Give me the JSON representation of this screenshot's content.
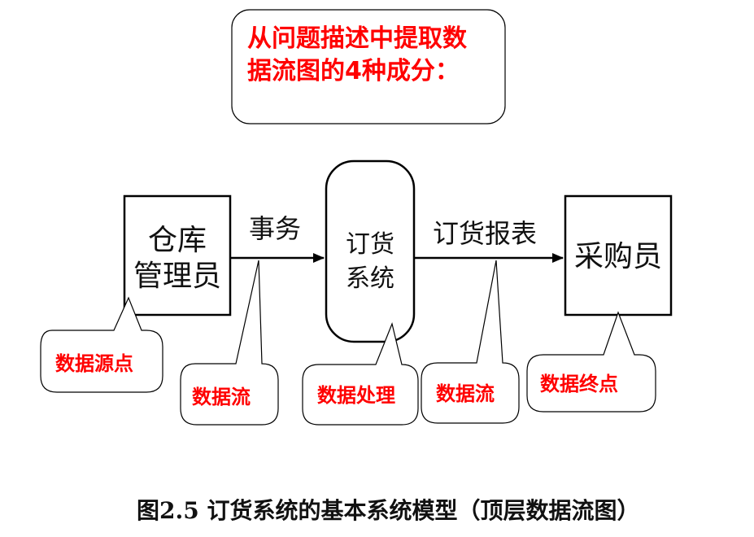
{
  "top_callout": {
    "line1": "从问题描述中提取数",
    "line2": "据流图的4种成分："
  },
  "entities": {
    "source_line1": "仓库",
    "source_line2": "管理员",
    "sink": "采购员"
  },
  "process": {
    "line1": "订货",
    "line2": "系统"
  },
  "flows": {
    "left": "事务",
    "right": "订货报表"
  },
  "notes": {
    "source": "数据源点",
    "flow_left": "数据流",
    "process": "数据处理",
    "flow_right": "数据流",
    "sink": "数据终点"
  },
  "caption": "图2.5 订货系统的基本系统模型（顶层数据流图）",
  "colors": {
    "note_text": "#ff0000",
    "stroke": "#000000"
  }
}
